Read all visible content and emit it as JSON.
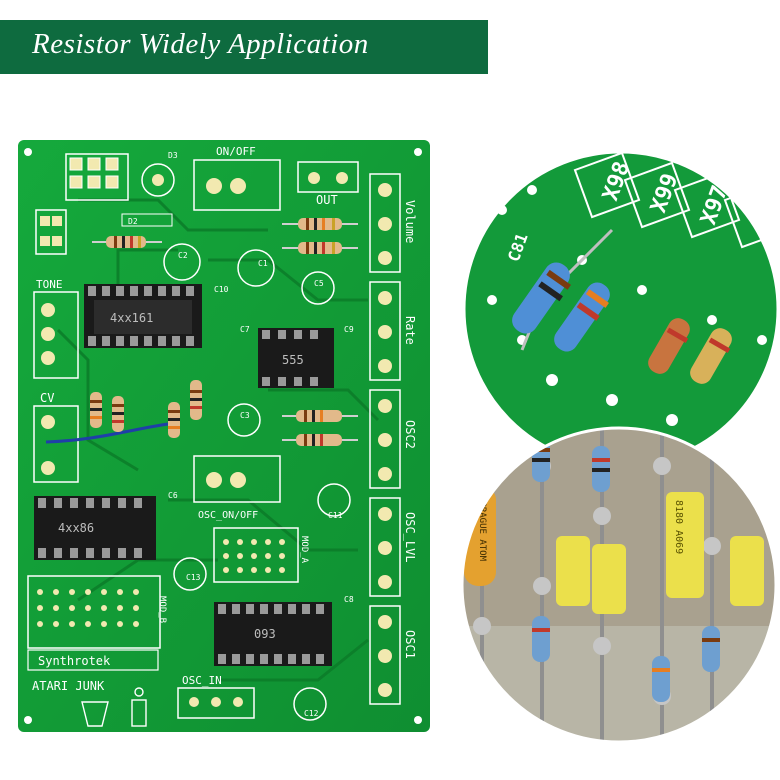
{
  "banner": {
    "title": "Resistor Widely Application",
    "bg": "#0e6b3f"
  },
  "pcb": {
    "labels": {
      "on_off": "ON/OFF",
      "out": "OUT",
      "tone": "TONE",
      "cv": "CV",
      "volume": "Volume",
      "rate": "Rate",
      "osc2": "OSC2",
      "osc_lvl": "OSC_LVL",
      "osc1": "OSC1",
      "osc_on_off": "OSC_ON/OFF",
      "mod_a": "MOD_A",
      "mod_b": "MOD_B",
      "osc_in": "OSC_IN",
      "brand": "Synthrotek",
      "atari": "ATARI JUNK",
      "chip1": "4xx161",
      "chip2": "4xx86",
      "chip3": "555",
      "chip4": "093",
      "d3": "D3",
      "d2": "D2",
      "c1": "C1",
      "c2": "C2",
      "c3": "C3",
      "c5": "C5",
      "c6": "C6",
      "c7": "C7",
      "c8": "C8",
      "c9": "C9",
      "c10": "C10",
      "c11": "C11",
      "c12": "C12",
      "c13": "C13"
    }
  },
  "closeup1": {
    "labels": [
      "X98",
      "X99",
      "X97",
      "C81"
    ]
  },
  "closeup2": {
    "labels": [
      "SPRAGUE ATOM",
      "8180 A069"
    ]
  }
}
